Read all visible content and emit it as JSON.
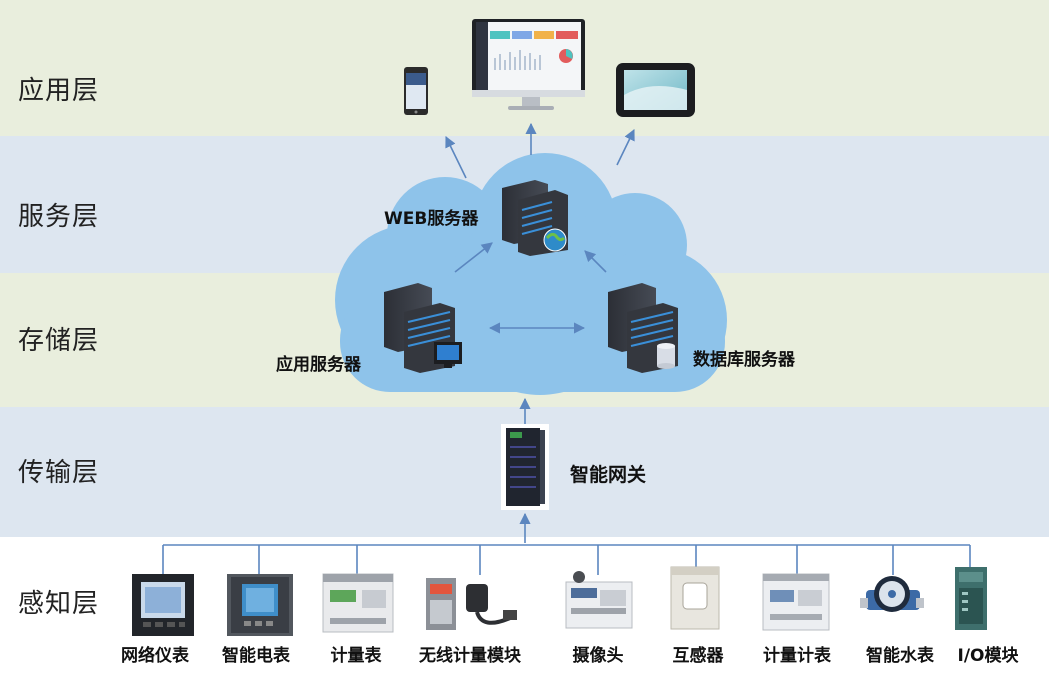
{
  "layers": [
    {
      "id": "app",
      "label": "应用层"
    },
    {
      "id": "service",
      "label": "服务层"
    },
    {
      "id": "storage",
      "label": "存储层"
    },
    {
      "id": "transport",
      "label": "传输层"
    },
    {
      "id": "perception",
      "label": "感知层"
    }
  ],
  "nodes": {
    "web_server": "WEB服务器",
    "app_server": "应用服务器",
    "db_server": "数据库服务器",
    "gateway": "智能网关"
  },
  "devices": [
    {
      "id": "network-meter",
      "label": "网络仪表"
    },
    {
      "id": "smart-meter",
      "label": "智能电表"
    },
    {
      "id": "metering-meter",
      "label": "计量表"
    },
    {
      "id": "wireless-module",
      "label": "无线计量模块"
    },
    {
      "id": "camera",
      "label": "摄像头"
    },
    {
      "id": "transformer",
      "label": "互感器"
    },
    {
      "id": "metering-gauge",
      "label": "计量计表"
    },
    {
      "id": "water-meter",
      "label": "智能水表"
    },
    {
      "id": "io-module",
      "label": "I/O模块"
    }
  ],
  "colors": {
    "band_green": "#e9eedd",
    "band_blue": "#dde6f0",
    "cloud": "#8ec3ea",
    "arrow": "#5b86bf",
    "bus": "#5b86bf"
  }
}
